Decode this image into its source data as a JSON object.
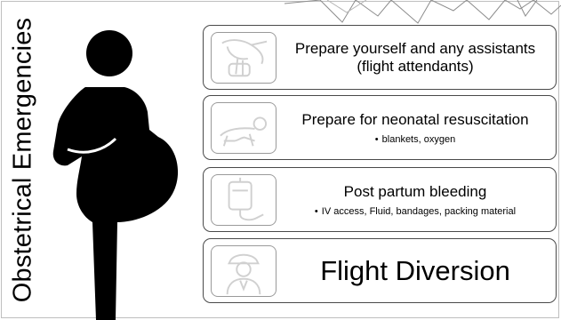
{
  "title": "Obstetrical Emergencies",
  "items": [
    {
      "heading": "Prepare yourself and any assistants (flight attendants)",
      "bullet": "",
      "icon": "stork-icon"
    },
    {
      "heading": "Prepare for neonatal resuscitation",
      "bullet": "blankets, oxygen",
      "icon": "baby-crawling-icon"
    },
    {
      "heading": "Post partum bleeding",
      "bullet": "IV access, Fluid, bandages, packing material",
      "icon": "iv-bag-icon"
    },
    {
      "heading": "Flight Diversion",
      "bullet": "",
      "icon": "pilot-icon"
    }
  ],
  "colors": {
    "text": "#000000",
    "card_border": "#4a4a4a",
    "thumb_border": "#9a9a9a",
    "icon_stroke": "#d0d0d0"
  }
}
